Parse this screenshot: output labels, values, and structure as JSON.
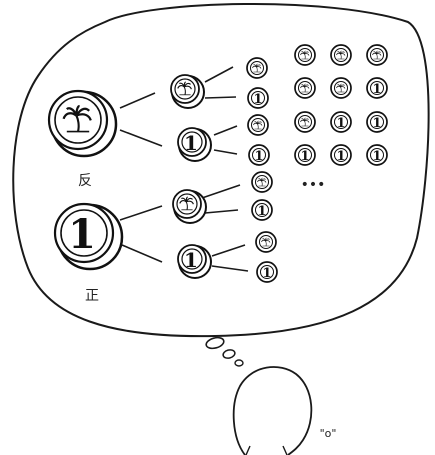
{
  "labels": {
    "tails": "反",
    "heads": "正",
    "ellipsis": "•••",
    "face": "\"o\""
  },
  "coin_values": {
    "heads_symbol": "1"
  },
  "colors": {
    "ink": "#1a1a1a",
    "paper": "#ffffff"
  },
  "icons": {
    "tails": "palm-tree-icon",
    "heads": "number-one-icon"
  },
  "grid": {
    "rows": [
      [
        "tails",
        "tails",
        "tails"
      ],
      [
        "tails",
        "tails",
        "heads"
      ],
      [
        "tails",
        "heads",
        "heads"
      ],
      [
        "heads",
        "heads",
        "heads"
      ]
    ]
  }
}
